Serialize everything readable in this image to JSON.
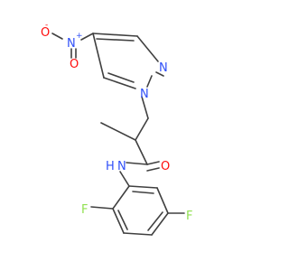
{
  "molecule": {
    "atoms": {
      "o_minus": "O",
      "o_minus_charge": "-",
      "n_nitro": "N",
      "n_nitro_charge": "+",
      "o_double": "O",
      "n_ring1": "N",
      "n_ring2": "N",
      "o_carbonyl": "O",
      "n_amide": "N",
      "h_amide": "H",
      "f_top": "F",
      "f_bottom": "F"
    },
    "colors": {
      "oxygen": "#ff0d0d",
      "nitrogen": "#3050f8",
      "fluorine": "#90e050",
      "bond": "#404040",
      "carbon_text": "#404040"
    }
  }
}
